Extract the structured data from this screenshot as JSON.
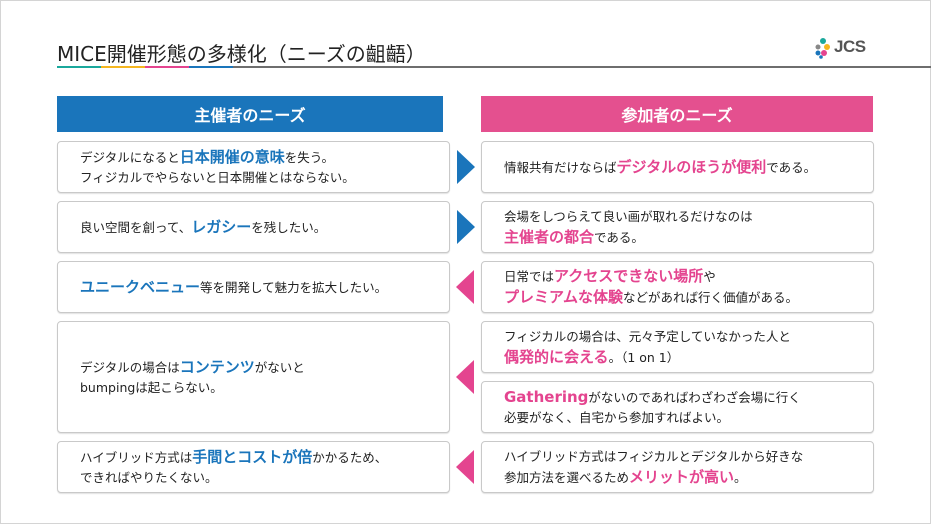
{
  "slide": {
    "title": "MICE開催形態の多様化（ニーズの齟齬）",
    "logo_text": "JCS",
    "title_rule_colors": [
      "#1aa89c",
      "#f5b61f",
      "#e4448f",
      "#1a75bb",
      "#6e6e6e"
    ]
  },
  "colors": {
    "organizer_accent": "#1a75bb",
    "participant_accent": "#e4448f"
  },
  "organizer": {
    "header": "主催者のニーズ",
    "items": [
      {
        "lines": [
          {
            "pre": "デジタルになると",
            "hl": "日本開催の意味",
            "post": "を失う。"
          },
          {
            "pre": "フィジカルでやらないと日本開催とはならない。",
            "hl": "",
            "post": ""
          }
        ]
      },
      {
        "lines": [
          {
            "pre": "良い空間を創って、",
            "hl": "レガシー",
            "post": "を残したい。"
          }
        ]
      },
      {
        "lines": [
          {
            "pre": "",
            "hl": "ユニークベニュー",
            "post": "等を開発して魅力を拡大したい。"
          }
        ]
      },
      {
        "lines": [
          {
            "pre": "デジタルの場合は",
            "hl": "コンテンツ",
            "post": "がないと"
          },
          {
            "pre": "bumpingは起こらない。",
            "hl": "",
            "post": ""
          }
        ]
      },
      {
        "lines": [
          {
            "pre": "ハイブリッド方式は",
            "hl": "手間とコストが倍",
            "post": "かかるため、"
          },
          {
            "pre": "できればやりたくない。",
            "hl": "",
            "post": ""
          }
        ]
      }
    ]
  },
  "participant": {
    "header": "参加者のニーズ",
    "items": [
      {
        "lines": [
          {
            "pre": "情報共有だけならば",
            "hl": "デジタルのほうが便利",
            "post": "である。"
          }
        ]
      },
      {
        "lines": [
          {
            "pre": "会場をしつらえて良い画が取れるだけなのは",
            "hl": "",
            "post": ""
          },
          {
            "pre": "",
            "hl": "主催者の都合",
            "post": "である。"
          }
        ]
      },
      {
        "lines": [
          {
            "pre": "日常では",
            "hl": "アクセスできない場所",
            "post": "や"
          },
          {
            "pre": "",
            "hl": "プレミアムな体験",
            "post": "などがあれば行く価値がある。"
          }
        ]
      },
      {
        "lines": [
          {
            "pre": "フィジカルの場合は、元々予定していなかった人と",
            "hl": "",
            "post": ""
          },
          {
            "pre": "",
            "hl": "偶発的に会える",
            "post": "。（1 on 1）"
          }
        ]
      },
      {
        "lines": [
          {
            "pre": "",
            "hl": "Gathering",
            "post": "がないのであればわざわざ会場に行く"
          },
          {
            "pre": "必要がなく、自宅から参加すればよい。",
            "hl": "",
            "post": ""
          }
        ]
      },
      {
        "lines": [
          {
            "pre": "ハイブリッド方式はフィジカルとデジタルから好きな",
            "hl": "",
            "post": ""
          },
          {
            "pre": "参加方法を選べるため",
            "hl": "メリットが高い",
            "post": "。"
          }
        ]
      }
    ]
  },
  "arrows": [
    {
      "direction": "right",
      "color": "#1a75bb"
    },
    {
      "direction": "right",
      "color": "#1a75bb"
    },
    {
      "direction": "left",
      "color": "#e4448f"
    },
    {
      "direction": "left",
      "color": "#e4448f"
    },
    {
      "direction": "left",
      "color": "#e4448f"
    }
  ]
}
